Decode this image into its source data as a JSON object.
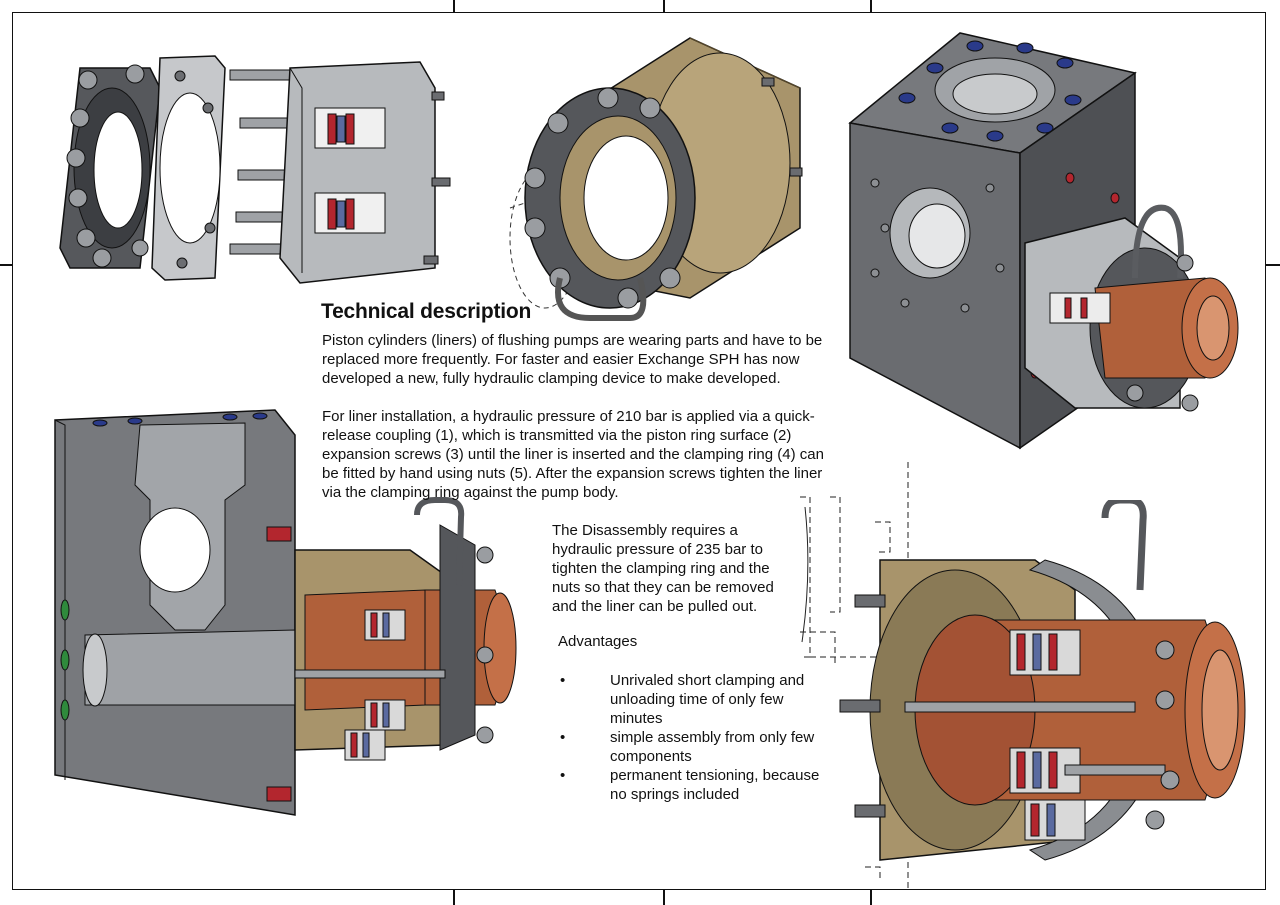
{
  "heading": "Technical description",
  "intro": "Piston cylinders (liners) of flushing pumps are wearing parts and have to be replaced more frequently. For faster and easier Exchange SPH has now developed a new, fully hydraulic clamping device to make developed.",
  "installation": "For liner installation, a hydraulic pressure of 210 bar is applied via a quick-release coupling (1), which is transmitted via the piston ring surface (2) expansion screws (3) until the liner is inserted and the clamping ring (4) can be fitted by hand using nuts (5). After the expansion screws tighten the liner via the clamping ring against the pump body.",
  "disassembly": "The Disassembly requires a hydraulic pressure of 235 bar to tighten the clamping ring and the nuts so that they can be removed and the liner can be pulled out.",
  "advantages": {
    "title": "Advantages",
    "bullet": "•",
    "items": [
      "Unrivaled short clamping and unloading time of only few minutes",
      "simple assembly from only few components",
      "permanent tensioning, because no springs included"
    ]
  },
  "colors": {
    "steel_dark": "#5e6064",
    "steel_mid": "#8a8d91",
    "steel_light": "#c4c6c9",
    "bronze": "#a8946b",
    "copper": "#b0603a",
    "blue_hole": "#2a3a8a",
    "red_hole": "#b3262e",
    "green_hole": "#2f8a3c"
  }
}
